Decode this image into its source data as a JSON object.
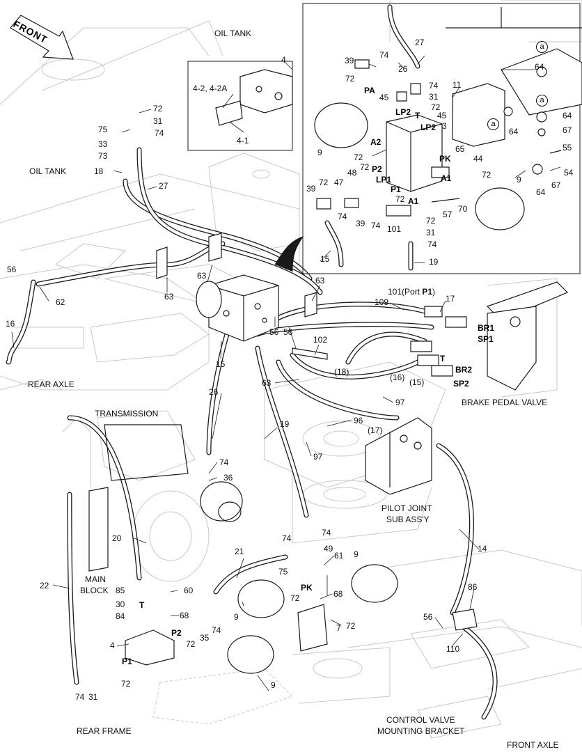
{
  "labels": {
    "front": "FRONT",
    "oil_tank_top": "OIL TANK",
    "oil_tank_left": "OIL TANK",
    "rear_axle": "REAR AXLE",
    "transmission": "TRANSMISSION",
    "main_block": "MAIN\nBLOCK",
    "main_block_l1": "MAIN",
    "main_block_l2": "BLOCK",
    "rear_frame": "REAR FRAME",
    "brake_pedal_valve": "BRAKE PEDAL VALVE",
    "pilot_joint_l1": "PILOT JOINT",
    "pilot_joint_l2": "SUB ASS'Y",
    "control_valve_l1": "CONTROL VALVE",
    "control_valve_l2": "MOUNTING BRACKET",
    "front_axle": "FRONT AXLE",
    "port_p1_prefix": "101(Port ",
    "port_p1_bold": "P1",
    "port_p1_suffix": ")"
  },
  "ports": {
    "pa": "PA",
    "lp2a": "LP2",
    "t_top": "T",
    "lp2b": "LP2",
    "a2": "A2",
    "pk_top": "PK",
    "p2_top": "P2",
    "lp1": "LP1",
    "p1_top": "P1",
    "a1_a": "A1",
    "a1_b": "A1",
    "br1": "BR1",
    "sp1": "SP1",
    "t_mid": "T",
    "br2": "BR2",
    "sp2": "SP2",
    "pk_bot": "PK",
    "t_bot": "T",
    "p2_bot": "P2",
    "p1_bot": "P1"
  },
  "callouts": {
    "n4top": "4",
    "n4_2": "4-2, 4-2A",
    "n4_1": "4-1",
    "n72a": "72",
    "n31a": "31",
    "n74a": "74",
    "n75a": "75",
    "n33": "33",
    "n73": "73",
    "n18": "18",
    "n27a": "27",
    "n56a": "56",
    "n62": "62",
    "n16a": "16",
    "n63a": "63",
    "n63b": "63",
    "n63c": "63",
    "n63d": "63",
    "n15a": "15",
    "n56b": "56",
    "n56c": "56",
    "n102": "102",
    "n18b": "(18)",
    "n16b": "(16)",
    "n15b": "(15)",
    "n109": "109",
    "n17a": "17",
    "n97a": "97",
    "n97b": "97",
    "n96": "96",
    "n17b": "(17)",
    "n26a": "26",
    "n19a": "19",
    "n74b": "74",
    "n36": "36",
    "n20": "20",
    "n22": "22",
    "n21": "21",
    "n74c": "74",
    "n74d": "74",
    "n49": "49",
    "n61": "61",
    "n75b": "75",
    "n9a": "9",
    "n68a": "68",
    "n72b": "72",
    "n72c": "72",
    "n7": "7",
    "n9b": "9",
    "n9c": "9",
    "n14": "14",
    "n86": "86",
    "n56d": "56",
    "n110": "110",
    "n85": "85",
    "n30": "30",
    "n84": "84",
    "n60": "60",
    "n68b": "68",
    "n35": "35",
    "n74e": "74",
    "n72d": "72",
    "n4b": "4",
    "n74f": "74",
    "n31b": "31",
    "n72e": "72",
    "i27": "27",
    "i39a": "39",
    "i74a": "74",
    "i26": "26",
    "i72a": "72",
    "i74b": "74",
    "i31a": "31",
    "i72b": "72",
    "i45a": "45",
    "i45b": "45",
    "i3": "3",
    "i11": "11",
    "i9a": "9",
    "i72c": "72",
    "i65": "65",
    "i44": "44",
    "i72d": "72",
    "i48": "48",
    "i72e": "72",
    "i47": "47",
    "i72f": "72",
    "i39b": "39",
    "i72g": "72",
    "i74c": "74",
    "i39c": "39",
    "i74d": "74",
    "i101": "101",
    "i72h": "72",
    "i31b": "31",
    "i74e": "74",
    "i57": "57",
    "i70": "70",
    "i9b": "9",
    "i15": "15",
    "i19": "19",
    "i64a": "64",
    "i64b": "64",
    "i64c": "64",
    "i64d": "64",
    "i67a": "67",
    "i67b": "67",
    "i55": "55",
    "i54": "54",
    "ca": "a",
    "cb": "a",
    "cc": "a"
  },
  "colors": {
    "line": "#1a1a1a",
    "ghost": "#c8c8c8",
    "background": "#ffffff"
  }
}
